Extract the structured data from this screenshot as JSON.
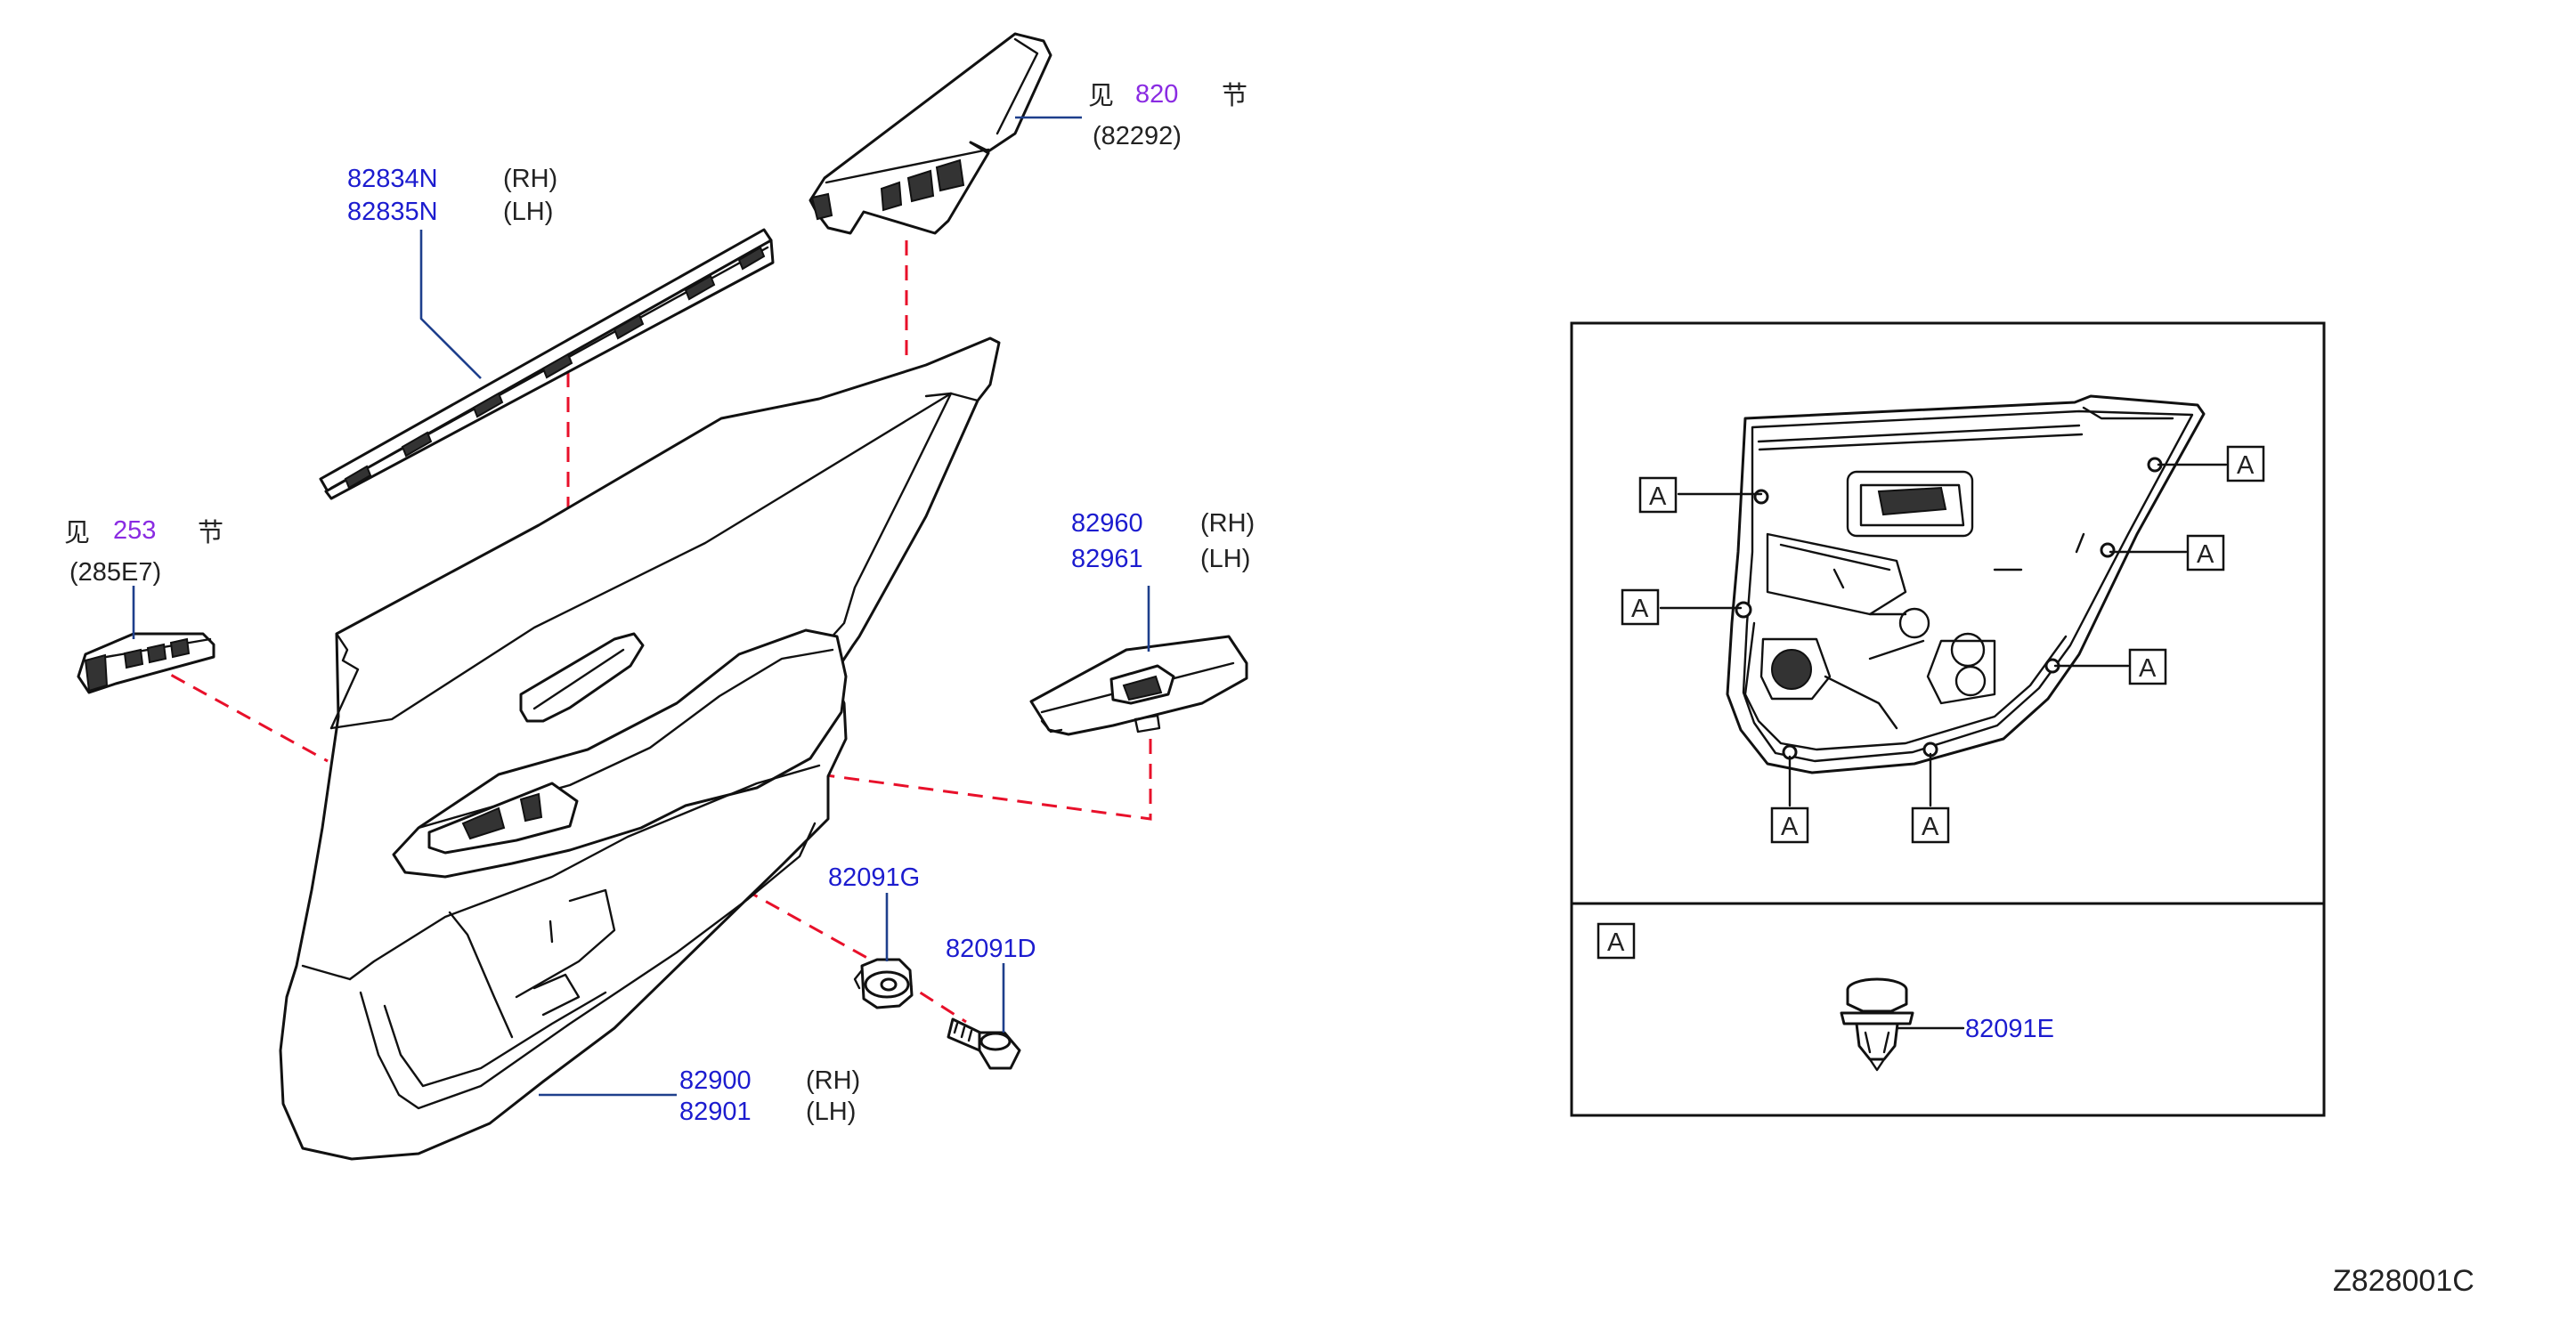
{
  "parts": {
    "molding_rh": "82834N",
    "molding_lh": "82835N",
    "molding_rh_side": "(RH)",
    "molding_lh_side": "(LH)",
    "pull_handle_see": "见",
    "pull_handle_section": "820",
    "pull_handle_section_suffix": "节",
    "pull_handle_code": "(82292)",
    "switch_see": "见",
    "switch_section": "253",
    "switch_section_suffix": "节",
    "switch_code": "(285E7)",
    "finisher_rh": "82960",
    "finisher_lh": "82961",
    "finisher_rh_side": "(RH)",
    "finisher_lh_side": "(LH)",
    "clip_g": "82091G",
    "screw_d": "82091D",
    "trim_rh": "82900",
    "trim_lh": "82901",
    "trim_rh_side": "(RH)",
    "trim_lh_side": "(LH)",
    "clip_e": "82091E"
  },
  "inset": {
    "callout_letter": "A"
  },
  "drawing_code": "Z828001C",
  "colors": {
    "part_number": "#1c1ccf",
    "section_ref": "#8a2be2",
    "leader": "#1e3f8c",
    "assembly_dash": "#e8102a"
  }
}
